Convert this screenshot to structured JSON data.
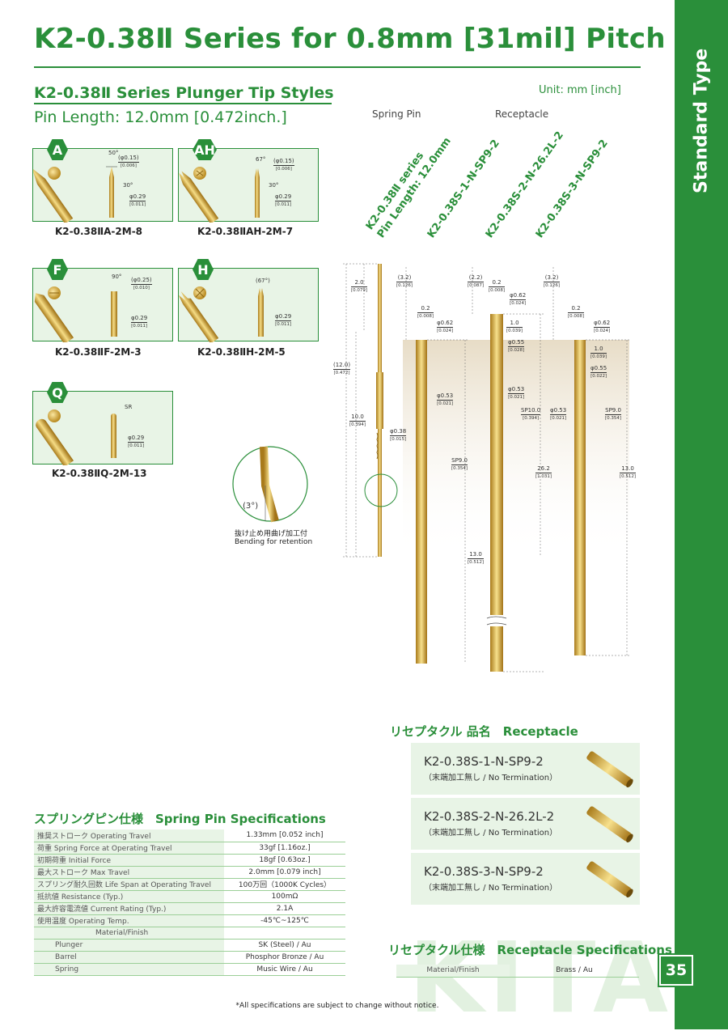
{
  "page": {
    "title": "K2-0.38Ⅱ Series for 0.8mm [31mil] Pitch",
    "side_label": "Standard Type",
    "page_number": "35",
    "unit": "Unit: mm [inch]",
    "footnote": "*All specifications are subject to change without notice."
  },
  "tips": {
    "heading": "K2-0.38Ⅱ Series Plunger Tip Styles",
    "pin_length": "Pin Length: 12.0mm [0.472inch.]",
    "items": [
      {
        "badge": "A",
        "code": "K2-0.38ⅡA-2M-8",
        "angle": "50°",
        "tip_dia": "(φ0.15)",
        "tip_dia_in": "[0.006]",
        "sub_angle": "30°",
        "dia": "φ0.29",
        "dia_in": "[0.011]"
      },
      {
        "badge": "AH",
        "code": "K2-0.38ⅡAH-2M-7",
        "angle": "67°",
        "tip_dia": "(φ0.15)",
        "tip_dia_in": "[0.006]",
        "sub_angle": "30°",
        "dia": "φ0.29",
        "dia_in": "[0.011]"
      },
      {
        "badge": "F",
        "code": "K2-0.38ⅡF-2M-3",
        "angle": "90°",
        "tip_dia": "(φ0.25)",
        "tip_dia_in": "[0.010]",
        "dia": "φ0.29",
        "dia_in": "[0.011]"
      },
      {
        "badge": "H",
        "code": "K2-0.38ⅡH-2M-5",
        "angle": "(67°)",
        "dia": "φ0.29",
        "dia_in": "[0.011]"
      },
      {
        "badge": "Q",
        "code": "K2-0.38ⅡQ-2M-13",
        "sr": "SR",
        "dia": "φ0.29",
        "dia_in": "[0.011]"
      }
    ]
  },
  "drawing": {
    "col_spring_pin": "Spring Pin",
    "col_receptacle": "Receptacle",
    "series_line1": "K2-0.38Ⅱ series",
    "series_line2": "Pin Length: 12.0mm",
    "rec1_label": "K2-0.38S-1-N-SP9-2",
    "rec2_label": "K2-0.38S-2-N-26.2L-2",
    "rec3_label": "K2-0.38S-3-N-SP9-2",
    "dims": {
      "d12": "(12.0)",
      "d12_in": "[0.472]",
      "d2": "2.0",
      "d2_in": "[0.079]",
      "d10": "10.0",
      "d10_in": "[0.394]",
      "d038": "φ0.38",
      "d038_in": "[0.015]",
      "d32a": "(3.2)",
      "d32a_in": "[0.126]",
      "d02a": "0.2",
      "d02a_in": "[0.008]",
      "d062a": "φ0.62",
      "d062a_in": "[0.024]",
      "d053a": "φ0.53",
      "d053a_in": "[0.021]",
      "sp90a": "SP9.0",
      "sp90a_in": "[0.354]",
      "d13a": "13.0",
      "d13a_in": "[0.512]",
      "d22": "(2.2)",
      "d22_in": "[0.087]",
      "d02b": "0.2",
      "d02b_in": "[0.008]",
      "d062b": "φ0.62",
      "d062b_in": "[0.024]",
      "d10b": "1.0",
      "d10b_in": "[0.039]",
      "d055b": "φ0.55",
      "d055b_in": "[0.028]",
      "d053b": "φ0.53",
      "d053b_in": "[0.021]",
      "sp100": "SP10.0",
      "sp100_in": "[0.394]",
      "d262": "26.2",
      "d262_in": "[1.031]",
      "d32c": "(3.2)",
      "d32c_in": "[0.126]",
      "d02c": "0.2",
      "d02c_in": "[0.008]",
      "d062c": "φ0.62",
      "d062c_in": "[0.024]",
      "d10c": "1.0",
      "d10c_in": "[0.039]",
      "d055c": "φ0.55",
      "d055c_in": "[0.022]",
      "d053c": "φ0.53",
      "d053c_in": "[0.021]",
      "sp90c": "SP9.0",
      "sp90c_in": "[0.354]",
      "d13c": "13.0",
      "d13c_in": "[0.512]"
    },
    "bend_angle": "(3°)",
    "bend_note_jp": "抜け止め用曲げ加工付",
    "bend_note_en": "Bending for retention"
  },
  "receptacles": {
    "heading": "リセプタクル 品名　Receptacle",
    "items": [
      {
        "name": "K2-0.38S-1-N-SP9-2",
        "note": "（末端加工無し / No Termination）"
      },
      {
        "name": "K2-0.38S-2-N-26.2L-2",
        "note": "（末端加工無し / No Termination）"
      },
      {
        "name": "K2-0.38S-3-N-SP9-2",
        "note": "（末端加工無し / No Termination）"
      }
    ]
  },
  "spring_specs": {
    "heading": "スプリングピン仕様　Spring Pin Specifications",
    "rows": [
      {
        "label": "推奨ストローク Operating Travel",
        "value": "1.33mm [0.052 inch]"
      },
      {
        "label": "荷重 Spring Force at Operating Travel",
        "value": "33gf [1.16oz.]"
      },
      {
        "label": "初期荷重 Initial Force",
        "value": "18gf [0.63oz.]"
      },
      {
        "label": "最大ストローク Max Travel",
        "value": "2.0mm [0.079 inch]"
      },
      {
        "label": "スプリング耐久回数 Life Span at Operating Travel",
        "value": "100万回（1000K Cycles）"
      },
      {
        "label": "抵抗値 Resistance (Typ.)",
        "value": "100mΩ"
      },
      {
        "label": "最大許容電流値 Current Rating (Typ.)",
        "value": "2.1A"
      },
      {
        "label": "使用温度 Operating Temp.",
        "value": "-45℃~125℃"
      }
    ],
    "material_header": "Material/Finish",
    "materials": [
      {
        "label": "Plunger",
        "value": "SK (Steel) / Au"
      },
      {
        "label": "Barrel",
        "value": "Phosphor Bronze / Au"
      },
      {
        "label": "Spring",
        "value": "Music Wire / Au"
      }
    ]
  },
  "receptacle_specs": {
    "heading": "リセプタクル仕様　Receptacle Specifications",
    "material_label": "Material/Finish",
    "material_value": "Brass / Au"
  },
  "watermark": "KITA",
  "colors": {
    "accent": "#2a8f3a",
    "panel": "#e8f4e6",
    "gold": "#d4a93a"
  }
}
